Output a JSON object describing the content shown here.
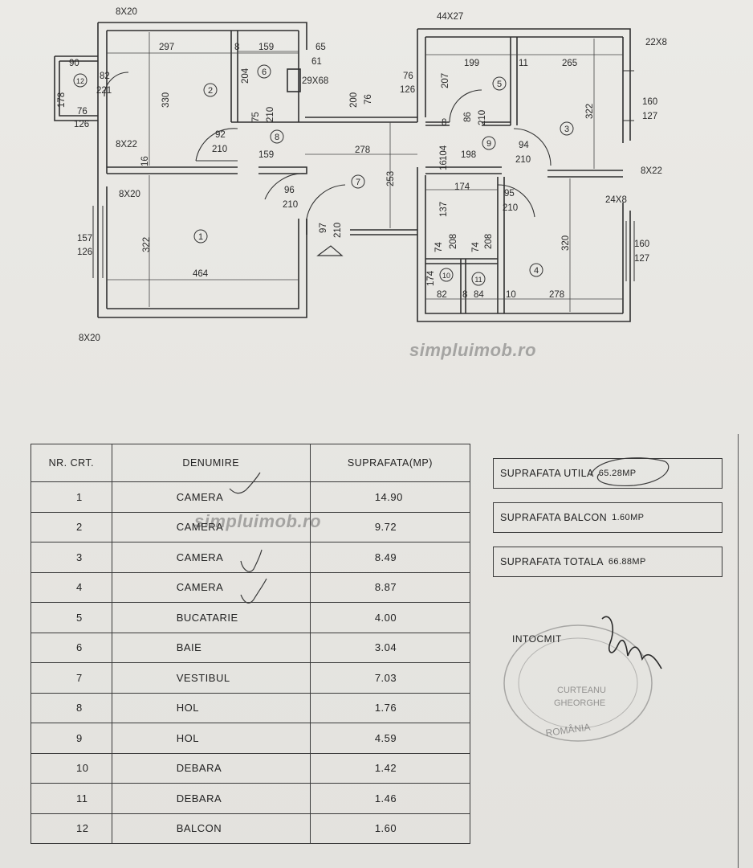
{
  "plan": {
    "room_numbers": [
      "1",
      "2",
      "3",
      "4",
      "5",
      "6",
      "7",
      "8",
      "9",
      "10",
      "11",
      "12"
    ],
    "dimensions": {
      "d_8x20_top": "8X20",
      "d_297": "297",
      "d_8": "8",
      "d_159_top": "159",
      "d_65": "65",
      "d_61": "61",
      "d_204": "204",
      "d_29x68": "29X68",
      "d_330": "330",
      "d_90": "90",
      "d_82": "82",
      "d_221": "221",
      "d_178": "178",
      "d_76a": "76",
      "d_126a": "126",
      "d_8x22_left": "8X22",
      "d_16a": "16",
      "d_92": "92",
      "d_210a": "210",
      "d_75": "75",
      "d_210b": "210",
      "d_200": "200",
      "d_76b": "76",
      "d_159_mid": "159",
      "d_278_mid": "278",
      "d_253": "253",
      "d_8x20_left": "8X20",
      "d_96": "96",
      "d_210c": "210",
      "d_97": "97",
      "d_210d": "210",
      "d_157": "157",
      "d_126b": "126",
      "d_322_left": "322",
      "d_464": "464",
      "d_8x20_bottom": "8X20",
      "d_44x27": "44X27",
      "d_199": "199",
      "d_11": "11",
      "d_265": "265",
      "d_22x8": "22X8",
      "d_76c": "76",
      "d_126c": "126",
      "d_207": "207",
      "d_8b": "8",
      "d_86": "86",
      "d_210e": "210",
      "d_322_right": "322",
      "d_160a": "160",
      "d_127a": "127",
      "d_104": "104",
      "d_198": "198",
      "d_94": "94",
      "d_210f": "210",
      "d_16b": "16",
      "d_8x22_right": "8X22",
      "d_174_mid": "174",
      "d_95": "95",
      "d_210g": "210",
      "d_24x8": "24X8",
      "d_137": "137",
      "d_74a": "74",
      "d_208a": "208",
      "d_74b": "74",
      "d_208b": "208",
      "d_320": "320",
      "d_160b": "160",
      "d_127b": "127",
      "d_174_low": "174",
      "d_82b": "82",
      "d_8c": "8",
      "d_84": "84",
      "d_10": "10",
      "d_278_low": "278"
    }
  },
  "watermark": "simpluimob.ro",
  "table": {
    "headers": {
      "nr": "NR. CRT.",
      "name": "DENUMIRE",
      "area": "SUPRAFATA(MP)"
    },
    "rows": [
      {
        "nr": "1",
        "name": "CAMERA",
        "area": "14.90"
      },
      {
        "nr": "2",
        "name": "CAMERA",
        "area": "9.72"
      },
      {
        "nr": "3",
        "name": "CAMERA",
        "area": "8.49"
      },
      {
        "nr": "4",
        "name": "CAMERA",
        "area": "8.87"
      },
      {
        "nr": "5",
        "name": "BUCATARIE",
        "area": "4.00"
      },
      {
        "nr": "6",
        "name": "BAIE",
        "area": "3.04"
      },
      {
        "nr": "7",
        "name": "VESTIBUL",
        "area": "7.03"
      },
      {
        "nr": "8",
        "name": "HOL",
        "area": "1.76"
      },
      {
        "nr": "9",
        "name": "HOL",
        "area": "4.59"
      },
      {
        "nr": "10",
        "name": "DEBARA",
        "area": "1.42"
      },
      {
        "nr": "11",
        "name": "DEBARA",
        "area": "1.46"
      },
      {
        "nr": "12",
        "name": "BALCON",
        "area": "1.60"
      }
    ]
  },
  "summary": {
    "utila_label": "SUPRAFATA UTILA",
    "utila_value": "65.28MP",
    "balcon_label": "SUPRAFATA BALCON",
    "balcon_value": "1.60MP",
    "totala_label": "SUPRAFATA TOTALA",
    "totala_value": "66.88MP"
  },
  "signature": {
    "label": "INTOCMIT",
    "stamp_text": [
      "CURTEANU",
      "GHEORGHE",
      "ROMÂNIA"
    ]
  }
}
